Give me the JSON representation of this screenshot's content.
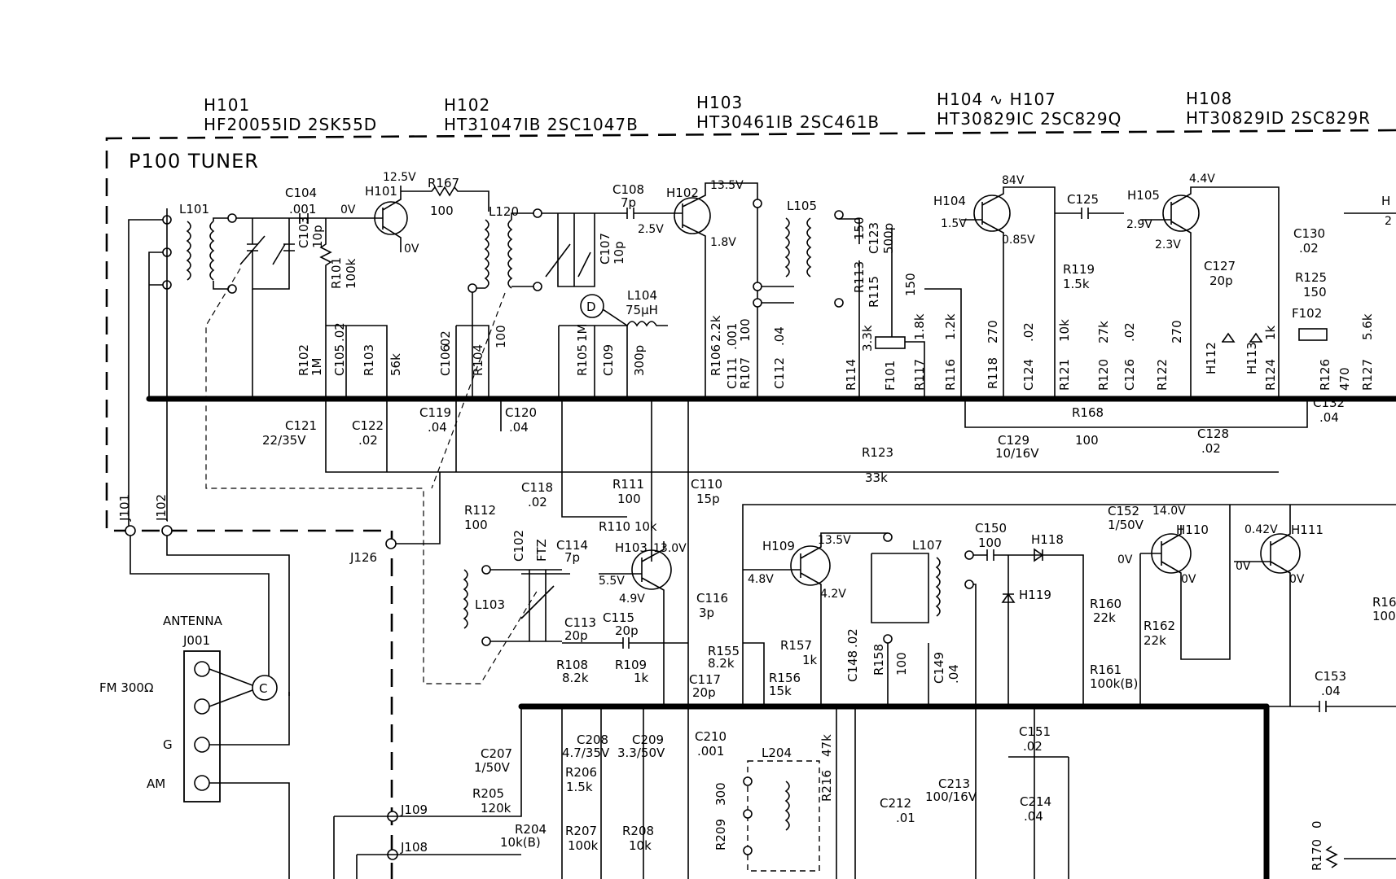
{
  "headers": [
    {
      "id": "H101",
      "part": "HF20055ID  2SK55D"
    },
    {
      "id": "H102",
      "part": "HT31047IB  2SC1047B"
    },
    {
      "id": "H103",
      "part": "HT30461IB  2SC461B"
    },
    {
      "id": "H104 ∿ H107",
      "part": "HT30829IC  2SC829Q"
    },
    {
      "id": "H108",
      "part": "HT30829ID  2SC829R"
    }
  ],
  "block_title": "P100  TUNER",
  "antenna": {
    "title": "ANTENNA",
    "jack": "J001",
    "fm": "FM 300Ω",
    "g": "G",
    "am": "AM",
    "marker": "C"
  },
  "marker_d": "D",
  "jacks": {
    "j101": "J101",
    "j102": "J102",
    "j126": "J126",
    "j109": "J109",
    "j108": "J108"
  },
  "transistors": {
    "h101": "H101",
    "h102": "H102",
    "h103": "H103",
    "h104": "H104",
    "h105": "H105",
    "h109": "H109",
    "h110": "H110",
    "h111": "H111",
    "h108_partial": "H"
  },
  "voltages": {
    "v12_5": "12.5V",
    "v0_a": "0V",
    "v0_b": "0V",
    "v13_5_a": "13.5V",
    "v2_5": "2.5V",
    "v1_8": "1.8V",
    "v84": "84V",
    "v1_5": "1.5V",
    "v0_85": "0.85V",
    "v4_4": "4.4V",
    "v2_9": "2.9V",
    "v2_3": "2.3V",
    "v13_0": "13.0V",
    "v5_5": "5.5V",
    "v4_9": "4.9V",
    "v13_5_b": "13.5V",
    "v4_8": "4.8V",
    "v4_2": "4.2V",
    "v14_0": "14.0V",
    "v0_c": "0V",
    "v0_d": "0V",
    "v0_42": "0.42V",
    "v0_e": "0V",
    "v0_f": "0V",
    "v2_partial": "2"
  },
  "components": {
    "l101": "L101",
    "c104a": "C104",
    "c104b": ".001",
    "c103a": "C103",
    "c103b": "10p",
    "r101a": "R101",
    "r101b": "100k",
    "r167a": "R167",
    "r167b": "100",
    "l120": "L120",
    "c108a": "C108",
    "c108b": "7p",
    "c107a": "C107",
    "c107b": "10p",
    "l104a": "L104",
    "l104b": "75μH",
    "r102a": "R102",
    "r102b": "1M",
    "c105a": "C105",
    "c105b": ".02",
    "r103a": "R103",
    "r103b": "56k",
    "c106a": "C106",
    "c106b": ".02",
    "r104a": "R104",
    "r104b": "100",
    "r105a": "R105",
    "r105b": "1M",
    "c109a": "C109",
    "c109b": "300p",
    "r106a": "R106",
    "r106b": "2.2k",
    "c111a": "C111",
    "c111b": ".001",
    "r107a": "R107",
    "r107b": "100",
    "c112a": "C112",
    "c112b": ".04",
    "l105": "L105",
    "r113a": "R113",
    "r113b": "150",
    "c123a": "C123",
    "c123b": "500p",
    "r115a": "R115",
    "r115b": "150",
    "r114a": "R114",
    "r114b": "3.3k",
    "f101": "F101",
    "r117a": "R117",
    "r117b": "1.8k",
    "r116a": "R116",
    "r116b": "1.2k",
    "r118a": "R118",
    "r118b": "270",
    "c124a": "C124",
    "c124b": ".02",
    "c125": "C125",
    "r119a": "R119",
    "r119b": "1.5k",
    "r121a": "R121",
    "r121b": "10k",
    "r120a": "R120",
    "r120b": "27k",
    "c126a": "C126",
    "c126b": ".02",
    "r122a": "R122",
    "r122b": "270",
    "c127a": "C127",
    "c127b": "20p",
    "h112": "H112",
    "h113": "H113",
    "r124a": "R124",
    "r124b": "1k",
    "c130a": "C130",
    "c130b": ".02",
    "r125a": "R125",
    "r125b": "150",
    "f102": "F102",
    "r126a": "R126",
    "r126b": "470",
    "r127a": "R127",
    "r127b": "5.6k",
    "c121a": "C121",
    "c121b": "22/35V",
    "c122a": "C122",
    "c122b": ".02",
    "c119a": "C119",
    "c119b": ".04",
    "c120a": "C120",
    "c120b": ".04",
    "c129a": "C129",
    "c129b": "10/16V",
    "r168a": "R168",
    "r168b": "100",
    "c128a": "C128",
    "c128b": ".02",
    "c132a": "C132",
    "c132b": ".04",
    "r123a": "R123",
    "r123b": "33k",
    "c118a": "C118",
    "c118b": ".02",
    "r111a": "R111",
    "r111b": "100",
    "c110a": "C110",
    "c110b": "15p",
    "r110": "R110 10k",
    "r112a": "R112",
    "r112b": "100",
    "c102": "C102",
    "ftz": "FTZ",
    "c114a": "C114",
    "c114b": "7p",
    "l103": "L103",
    "c113a": "C113",
    "c113b": "20p",
    "c115a": "C115",
    "c115b": "20p",
    "c116a": "C116",
    "c116b": "3p",
    "r108a": "R108",
    "r108b": "8.2k",
    "r109a": "R109",
    "r109b": "1k",
    "c117a": "C117",
    "c117b": "20p",
    "r155a": "R155",
    "r155b": "8.2k",
    "r156a": "R156",
    "r156b": "15k",
    "r157a": "R157",
    "r157b": "1k",
    "c148a": "C148",
    "c148b": ".02",
    "l107": "L107",
    "r158a": "R158",
    "r158b": "100",
    "c149a": "C149",
    "c149b": ".04",
    "c150a": "C150",
    "c150b": "100",
    "h118": "H118",
    "h119": "H119",
    "c152a": "C152",
    "c152b": "1/50V",
    "r160a": "R160",
    "r160b": "22k",
    "r162a": "R162",
    "r162b": "22k",
    "r161a": "R161",
    "r161b": "100k(B)",
    "c153a": "C153",
    "c153b": ".04",
    "r16_partial": "R16",
    "r16_partial_b": "100",
    "c207a": "C207",
    "c207b": "1/50V",
    "c208a": "C208",
    "c208b": "4.7/35V",
    "c209a": "C209",
    "c209b": "3.3/50V",
    "c210a": "C210",
    "c210b": ".001",
    "r206a": "R206",
    "r206b": "1.5k",
    "r205a": "R205",
    "r205b": "120k",
    "r204a": "R204",
    "r204b": "10k(B)",
    "r207a": "R207",
    "r207b": "100k",
    "r208a": "R208",
    "r208b": "10k",
    "l204": "L204",
    "r209a": "R209",
    "r209b": "300",
    "r216a": "R216",
    "r216b": "47k",
    "c151a": "C151",
    "c151b": ".02",
    "c212a": "C212",
    "c212b": ".01",
    "c213a": "C213",
    "c213b": "100/16V",
    "c214a": "C214",
    "c214b": ".04",
    "r170a": "R170",
    "r170b": "0"
  }
}
